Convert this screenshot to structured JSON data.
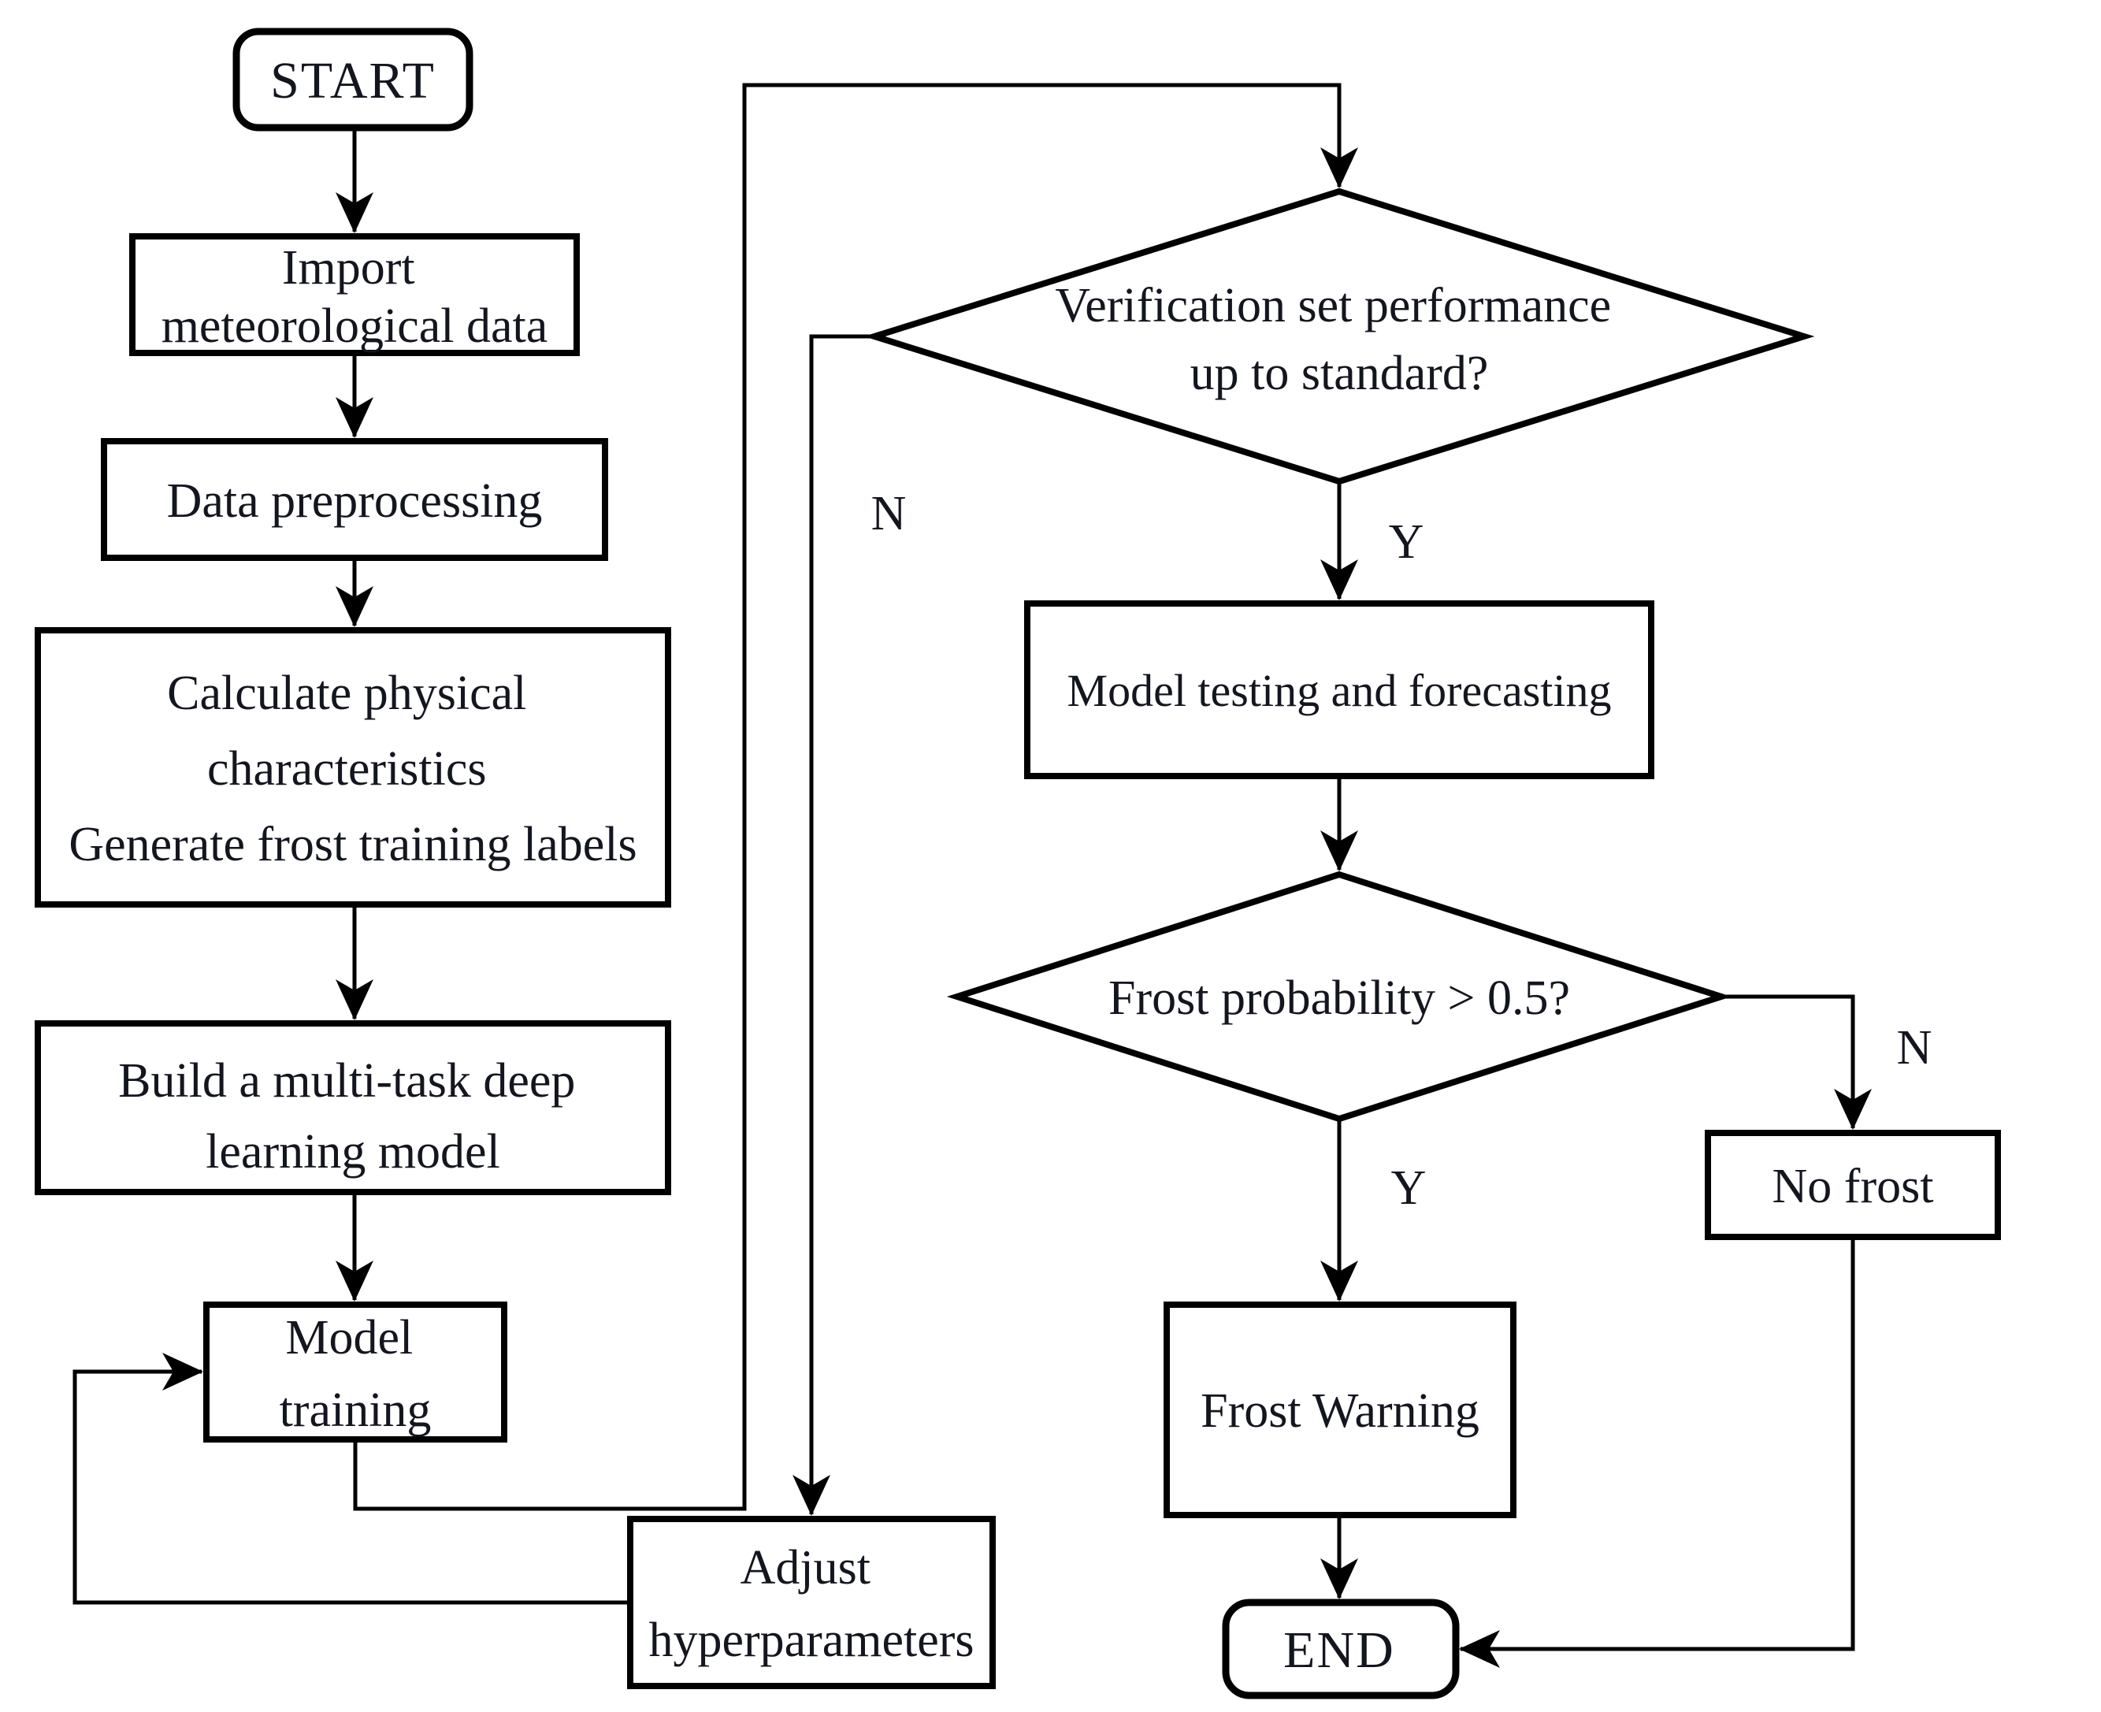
{
  "figure": {
    "type": "flowchart"
  },
  "nodes": {
    "start": {
      "label": "START"
    },
    "import_data": {
      "lines": [
        "Import",
        "meteorological data"
      ]
    },
    "preprocessing": {
      "label": "Data preprocessing"
    },
    "calculate": {
      "lines": [
        "Calculate physical",
        "characteristics",
        "Generate frost training labels"
      ]
    },
    "build_model": {
      "lines": [
        "Build a multi-task deep",
        "learning model"
      ]
    },
    "model_training": {
      "lines": [
        "Model",
        "training"
      ]
    },
    "adjust_hyperparameters": {
      "lines": [
        "Adjust",
        "hyperparameters"
      ]
    },
    "verification": {
      "lines": [
        "Verification set performance",
        "up to standard?"
      ]
    },
    "model_testing": {
      "label": "Model testing and forecasting"
    },
    "frost_probability": {
      "label": "Frost probability > 0.5?"
    },
    "frost_warning": {
      "label": "Frost Warning"
    },
    "no_frost": {
      "label": "No frost"
    },
    "end": {
      "label": "END"
    }
  },
  "edge_labels": {
    "verification_no": "N",
    "verification_yes": "Y",
    "probability_yes": "Y",
    "probability_no": "N"
  },
  "colors": {
    "stroke": "#000000",
    "text": "#14161f",
    "fill": "#ffffff",
    "background": "#ffffff"
  }
}
